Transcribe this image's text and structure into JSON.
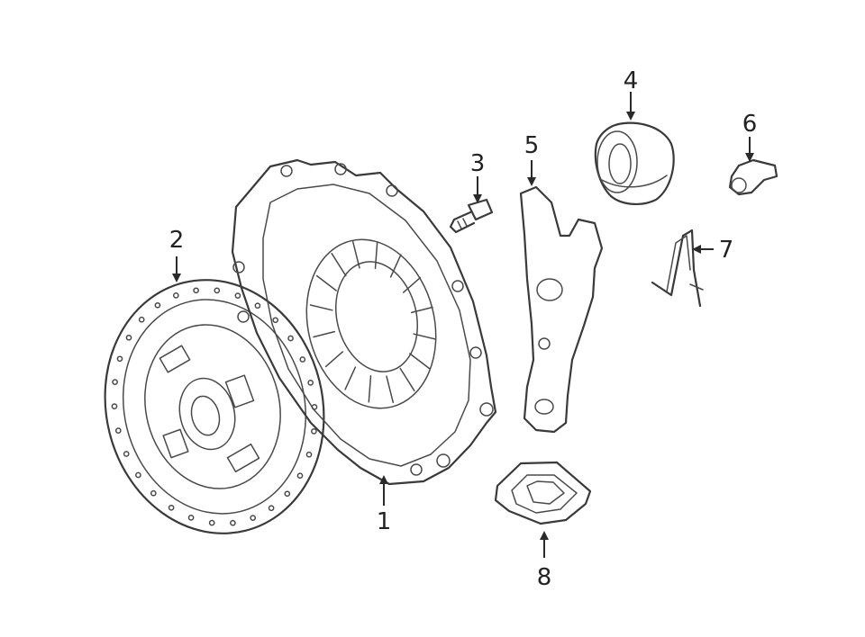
{
  "callouts": [
    "1",
    "2",
    "3",
    "4",
    "5",
    "6",
    "7",
    "8"
  ]
}
